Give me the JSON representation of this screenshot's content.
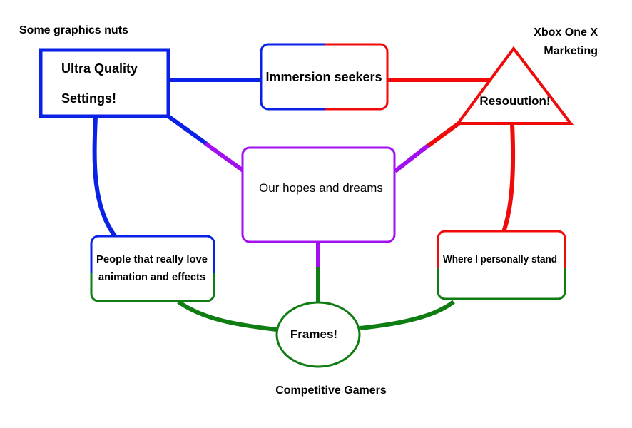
{
  "corner_labels": {
    "top_left": "Some graphics nuts",
    "top_right_line1": "Xbox One X",
    "top_right_line2": "Marketing",
    "bottom": "Competitive Gamers"
  },
  "nodes": {
    "ultra_quality_line1": "Ultra Quality",
    "ultra_quality_line2": "Settings!",
    "immersion": "Immersion seekers",
    "resolution": "Resouution!",
    "center": "Our hopes and dreams",
    "animation_line1": "People that really love",
    "animation_line2": "animation and effects",
    "personal": "Where I personally stand",
    "frames": "Frames!"
  },
  "colors": {
    "blue": "#0a22e6",
    "red": "#f00a0a",
    "purple": "#a20ff0",
    "green": "#0f7d12"
  }
}
